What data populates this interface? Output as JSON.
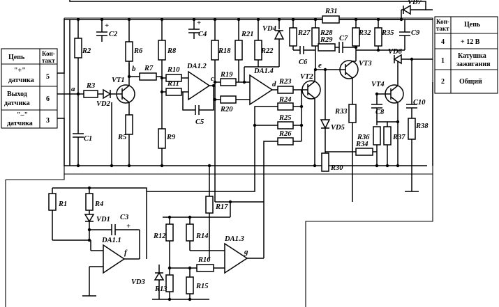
{
  "left_table": {
    "header_circuit": "Цепь",
    "header_contact": "Кон-\nтакт",
    "rows": [
      {
        "circuit": "\"+\"\nдатчика",
        "contact": "5"
      },
      {
        "circuit": "Выход\nдатчика",
        "contact": "6"
      },
      {
        "circuit": "\"–\"\nдатчика",
        "contact": "3"
      }
    ]
  },
  "right_table": {
    "header_contact": "Кон-\nтакт",
    "header_circuit": "Цепь",
    "rows": [
      {
        "contact": "4",
        "circuit": "+ 12 В"
      },
      {
        "contact": "1",
        "circuit": "Катушка\nзажигания"
      },
      {
        "contact": "2",
        "circuit": "Общий"
      }
    ]
  },
  "components": {
    "resistors": [
      "R1",
      "R2",
      "R3",
      "R4",
      "R5",
      "R6",
      "R7",
      "R8",
      "R9",
      "R10",
      "R11",
      "R12",
      "R13",
      "R14",
      "R15",
      "R16",
      "R17",
      "R18",
      "R19",
      "R20",
      "R21",
      "R22",
      "R23",
      "R24",
      "R25",
      "R26",
      "R27",
      "R28",
      "R29",
      "R30",
      "R31",
      "R32",
      "R33",
      "R34",
      "R35",
      "R36",
      "R37",
      "R38"
    ],
    "capacitors": [
      "C1",
      "C2",
      "C3",
      "C4",
      "C5",
      "C6",
      "C7",
      "C8",
      "C9",
      "C10"
    ],
    "diodes": [
      "VD1",
      "VD2",
      "VD3",
      "VD4",
      "VD5",
      "VD6",
      "VD7"
    ],
    "transistors": [
      "VT1",
      "VT2",
      "VT3",
      "VT4"
    ],
    "opamps": [
      "DA1.1",
      "DA1.2",
      "DA1.3",
      "DA1.4"
    ]
  },
  "node_labels": [
    "a",
    "b",
    "c",
    "d",
    "e",
    "f",
    "g"
  ],
  "polarity_mark": "+"
}
